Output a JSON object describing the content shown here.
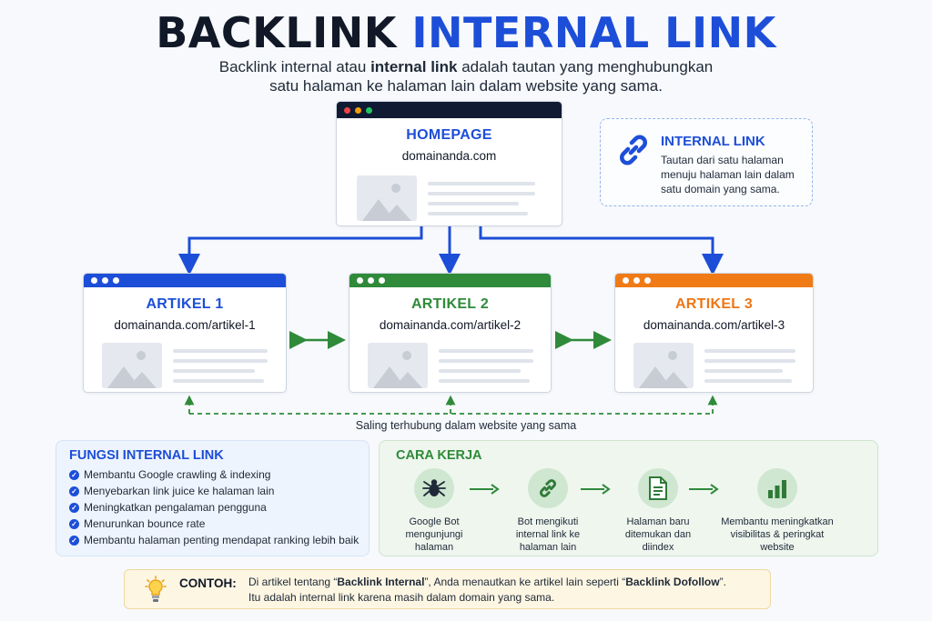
{
  "header": {
    "title_part1": "BACKLINK",
    "title_part2": "INTERNAL LINK",
    "subtitle_pre": "Backlink internal atau ",
    "subtitle_bold": "internal link",
    "subtitle_post": " adalah tautan yang menghubungkan",
    "subtitle_line2": "satu halaman ke halaman lain dalam website yang sama."
  },
  "homepage": {
    "title": "HOMEPAGE",
    "url": "domainanda.com"
  },
  "articles": [
    {
      "title": "ARTIKEL 1",
      "url": "domainanda.com/artikel-1",
      "color": "#1d4ed8"
    },
    {
      "title": "ARTIKEL 2",
      "url": "domainanda.com/artikel-2",
      "color": "#2f8a3a"
    },
    {
      "title": "ARTIKEL 3",
      "url": "domainanda.com/artikel-3",
      "color": "#f07b16"
    }
  ],
  "info_box": {
    "icon": "link-icon",
    "title": "INTERNAL LINK",
    "description": "Tautan dari satu halaman menuju halaman lain dalam satu domain yang sama."
  },
  "connection_caption": "Saling terhubung dalam website yang sama",
  "fungsi": {
    "title": "FUNGSI INTERNAL LINK",
    "items": [
      "Membantu Google crawling & indexing",
      "Menyebarkan link juice ke halaman lain",
      "Meningkatkan pengalaman pengguna",
      "Menurunkan bounce rate",
      "Membantu halaman penting mendapat ranking lebih baik"
    ]
  },
  "cara_kerja": {
    "title": "CARA KERJA",
    "steps": [
      {
        "icon": "spider-bug-icon",
        "label_lines": [
          "Google Bot",
          "mengunjungi",
          "halaman"
        ]
      },
      {
        "icon": "link-icon",
        "label_lines": [
          "Bot mengikuti",
          "internal link ke",
          "halaman lain"
        ]
      },
      {
        "icon": "document-icon",
        "label_lines": [
          "Halaman baru",
          "ditemukan dan",
          "diindex"
        ]
      },
      {
        "icon": "bar-chart-icon",
        "label_lines": [
          "Membantu meningkatkan",
          "visibilitas & peringkat",
          "website"
        ]
      }
    ]
  },
  "contoh": {
    "icon": "lightbulb-icon",
    "label": "CONTOH:",
    "text_1": "Di artikel tentang “",
    "bold_1": "Backlink Internal",
    "text_2": "”, Anda menautkan ke artikel lain seperti “",
    "bold_2": "Backlink Dofollow",
    "text_3": "”.",
    "line2": "Itu adalah internal link karena masih dalam domain yang sama."
  },
  "colors": {
    "blue": "#1d4ed8",
    "green": "#2f8a3a",
    "orange": "#f07b16",
    "navy": "#101a33"
  }
}
